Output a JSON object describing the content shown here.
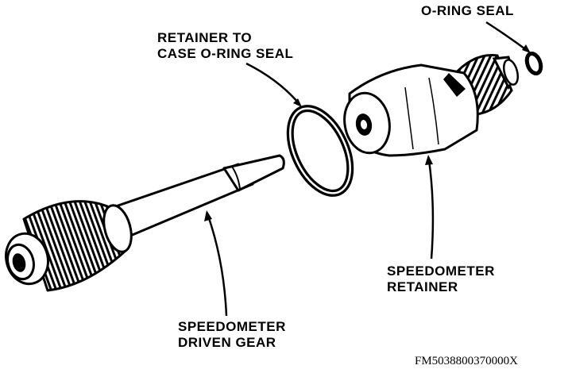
{
  "labels": {
    "oring_seal": "O-RING SEAL",
    "retainer_to_case": [
      "RETAINER TO",
      "CASE O-RING SEAL"
    ],
    "speedometer_retainer": [
      "SPEEDOMETER",
      "RETAINER"
    ],
    "speedometer_driven_gear": [
      "SPEEDOMETER",
      "DRIVEN GEAR"
    ]
  },
  "figure_id": "FM5038800370000X"
}
